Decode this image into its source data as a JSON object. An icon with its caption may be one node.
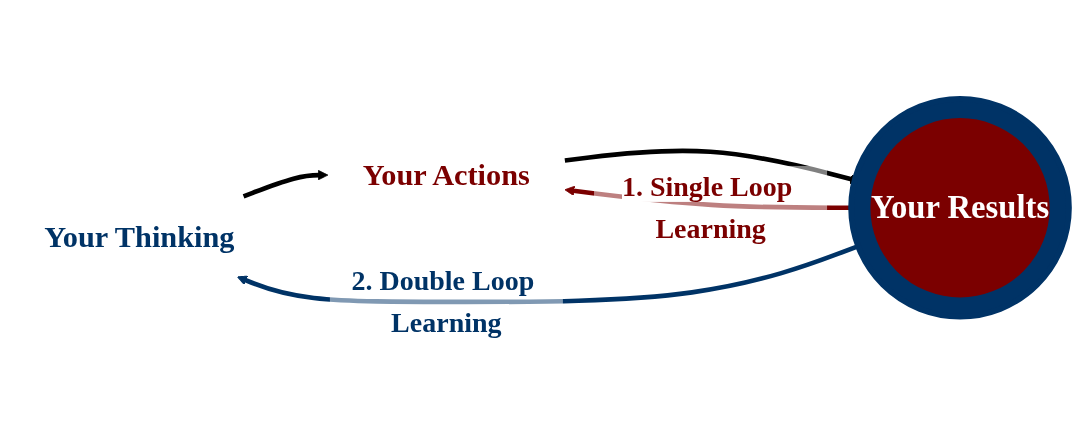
{
  "diagram": {
    "nodes": [
      {
        "text": [
          "Your Thinking"
        ]
      },
      {
        "text": [
          "Your Actions"
        ]
      },
      {
        "text": [
          "Your Results"
        ]
      }
    ],
    "edges": [
      {
        "from": 0,
        "to": 1,
        "arrow": "to"
      },
      {
        "from": 1,
        "to": 2,
        "arrow": "to"
      },
      {
        "from": 2,
        "to": 1,
        "arrow": "to",
        "color": "#7b0000",
        "label": "1. Single Loop Learning"
      },
      {
        "from": 2,
        "to": 0,
        "arrow": "to",
        "color": "#003366",
        "label": "2. Double Loop Learning"
      }
    ]
  }
}
